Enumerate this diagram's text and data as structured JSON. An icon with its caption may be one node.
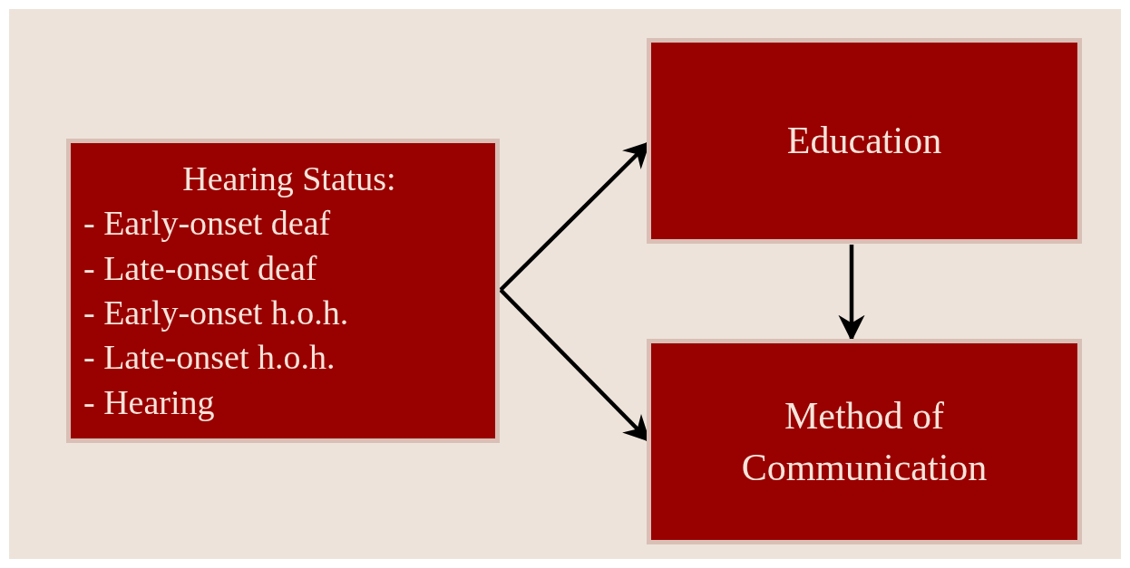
{
  "diagram": {
    "nodes": [
      {
        "text": [
          "Hearing Status:",
          "- Early-onset deaf",
          "- Late-onset deaf",
          "- Early-onset h.o.h.",
          "- Late-onset h.o.h.",
          "- Hearing"
        ]
      },
      {
        "text": [
          "Education"
        ]
      },
      {
        "text": [
          "Method of Communication"
        ]
      }
    ],
    "edges": [
      {
        "from": 0,
        "to": 1,
        "arrow": "to"
      },
      {
        "from": 0,
        "to": 2,
        "arrow": "to"
      },
      {
        "from": 1,
        "to": 2,
        "arrow": "to"
      }
    ]
  }
}
